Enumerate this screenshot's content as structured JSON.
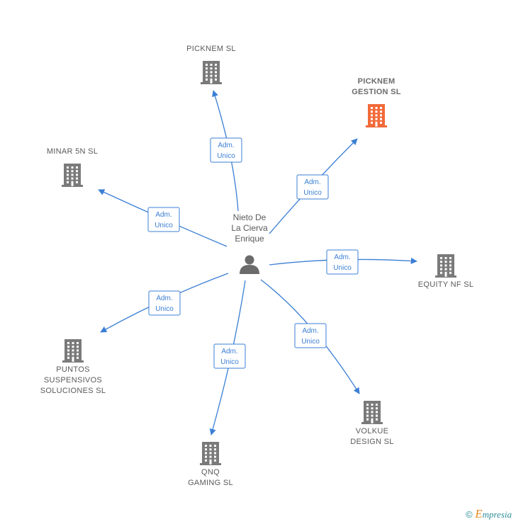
{
  "colors": {
    "edge": "#3b7fd4",
    "company": "#7a7a7a",
    "company_highlight": "#f26a3a",
    "person": "#6b6b6b",
    "label": "#5a5a5a"
  },
  "person": {
    "lines": [
      "Nieto De",
      "La Cierva",
      "Enrique"
    ],
    "icon": "person-icon"
  },
  "companies": [
    {
      "id": "picknem",
      "lines": [
        "PICKNEM  SL"
      ],
      "icon": "building-icon",
      "highlight": false
    },
    {
      "id": "picknem-gestion",
      "lines": [
        "PICKNEM",
        "GESTION  SL"
      ],
      "icon": "building-icon",
      "highlight": true
    },
    {
      "id": "minar-5n",
      "lines": [
        "MINAR 5N  SL"
      ],
      "icon": "building-icon",
      "highlight": false
    },
    {
      "id": "equity-nf",
      "lines": [
        "EQUITY NF  SL"
      ],
      "icon": "building-icon",
      "highlight": false
    },
    {
      "id": "puntos-suspensivos",
      "lines": [
        "PUNTOS",
        "SUSPENSIVOS",
        "SOLUCIONES SL"
      ],
      "icon": "building-icon",
      "highlight": false
    },
    {
      "id": "qnq-gaming",
      "lines": [
        "QNQ",
        "GAMING  SL"
      ],
      "icon": "building-icon",
      "highlight": false
    },
    {
      "id": "volkue-design",
      "lines": [
        "VOLKUE",
        "DESIGN  SL"
      ],
      "icon": "building-icon",
      "highlight": false
    }
  ],
  "edges": [
    {
      "to": "picknem",
      "lines": [
        "Adm.",
        "Unico"
      ]
    },
    {
      "to": "picknem-gestion",
      "lines": [
        "Adm.",
        "Unico"
      ]
    },
    {
      "to": "minar-5n",
      "lines": [
        "Adm.",
        "Unico"
      ]
    },
    {
      "to": "equity-nf",
      "lines": [
        "Adm.",
        "Unico"
      ]
    },
    {
      "to": "puntos-suspensivos",
      "lines": [
        "Adm.",
        "Unico"
      ]
    },
    {
      "to": "qnq-gaming",
      "lines": [
        "Adm.",
        "Unico"
      ]
    },
    {
      "to": "volkue-design",
      "lines": [
        "Adm.",
        "Unico"
      ]
    }
  ],
  "footer": {
    "copyright_symbol": "©",
    "brand_initial": "E",
    "brand_rest": "mpresia"
  }
}
